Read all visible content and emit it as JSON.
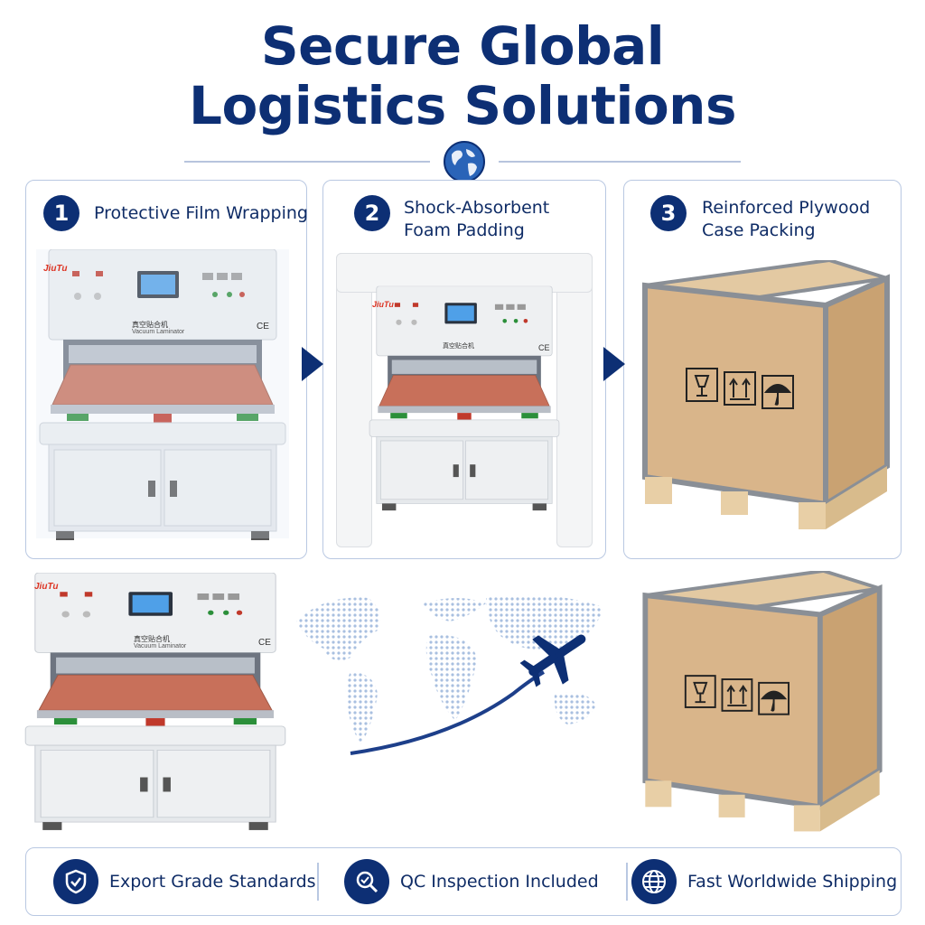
{
  "header": {
    "title_line1": "Secure Global",
    "title_line2": "Logistics Solutions"
  },
  "steps": [
    {
      "number": "1",
      "label_line1": "Protective Film Wrapping",
      "label_line2": ""
    },
    {
      "number": "2",
      "label_line1": "Shock-Absorbent",
      "label_line2": "Foam Padding"
    },
    {
      "number": "3",
      "label_line1": "Reinforced Plywood",
      "label_line2": "Case Packing"
    }
  ],
  "machine": {
    "brand": "JiuTu",
    "name_cn": "真空贴合机",
    "name_en": "Vacuum Laminator",
    "mark": "CE"
  },
  "footer": {
    "features": [
      {
        "icon": "shield-check-icon",
        "label": "Export Grade Standards"
      },
      {
        "icon": "magnifier-check-icon",
        "label": "QC Inspection Included"
      },
      {
        "icon": "globe-icon",
        "label": "Fast Worldwide Shipping"
      }
    ]
  },
  "colors": {
    "navy": "#0d2f74",
    "border": "#b9c8e2",
    "plywood": "#d9b58a",
    "platen": "#c8705a"
  }
}
